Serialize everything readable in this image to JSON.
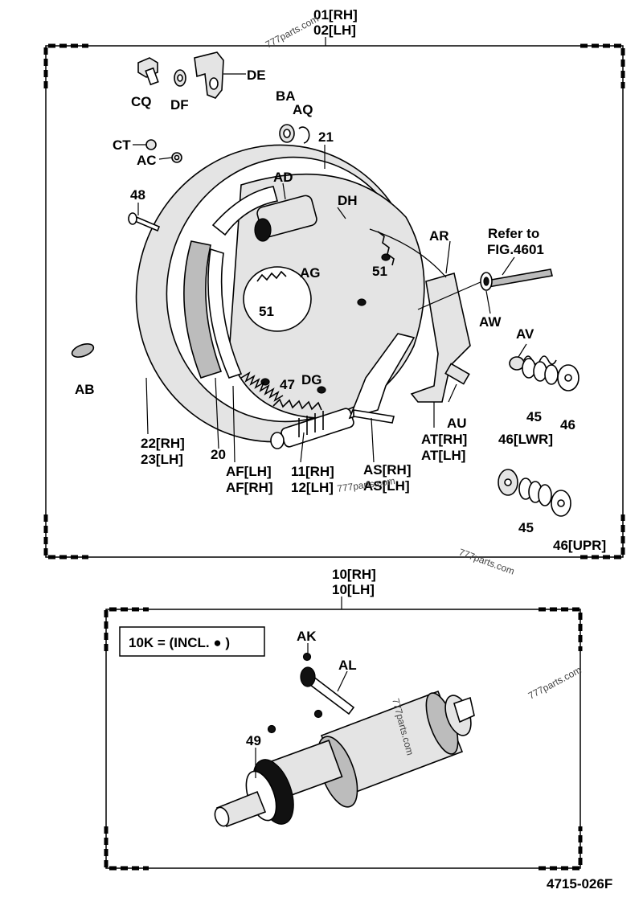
{
  "labels": {
    "p01": "01[RH]",
    "p02": "02[LH]",
    "CQ": "CQ",
    "DF": "DF",
    "DE": "DE",
    "BA": "BA",
    "AQ": "AQ",
    "p21": "21",
    "CT": "CT",
    "AC": "AC",
    "AD": "AD",
    "DH": "DH",
    "p48": "48",
    "AR": "AR",
    "refer1": "Refer to",
    "refer2": "FIG.4601",
    "AG": "AG",
    "p51a": "51",
    "p51b": "51",
    "AW": "AW",
    "AV": "AV",
    "AB": "AB",
    "DG": "DG",
    "p47": "47",
    "p45a": "45",
    "p46a": "46",
    "AU": "AU",
    "ATRH": "AT[RH]",
    "ATLH": "AT[LH]",
    "p46lwr": "46[LWR]",
    "p22": "22[RH]",
    "p23": "23[LH]",
    "p20": "20",
    "AFLH": "AF[LH]",
    "AFRH": "AF[RH]",
    "p11": "11[RH]",
    "p12": "12[LH]",
    "ASRH": "AS[RH]",
    "ASLH": "AS[LH]",
    "p45b": "45",
    "p46upr": "46[UPR]",
    "p10rh": "10[RH]",
    "p10lh": "10[LH]",
    "kit_note": "10K = (INCL.  ●  )",
    "AK": "AK",
    "AL": "AL",
    "p49": "49",
    "fig_code": "4715-026F"
  },
  "watermarks": [
    "777parts.com",
    "777parts.com",
    "777parts.com",
    "777parts.com",
    "777parts.com"
  ],
  "colors": {
    "ink": "#000000",
    "paper": "#ffffff"
  }
}
